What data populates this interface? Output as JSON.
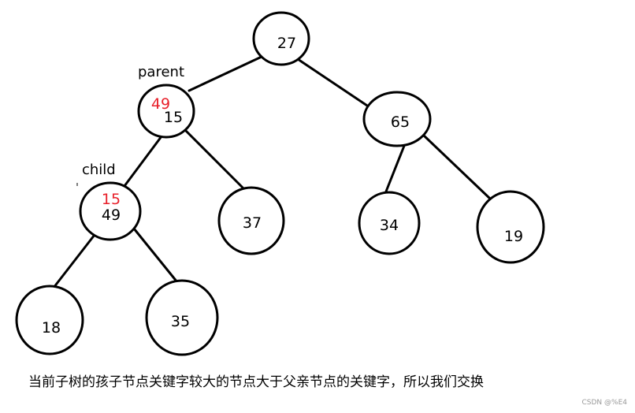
{
  "labels": {
    "parent": "parent",
    "child": "child"
  },
  "nodes": {
    "root": "27",
    "left": {
      "original": "49",
      "current": "15"
    },
    "right": "65",
    "left_left": {
      "original": "15",
      "current": "49"
    },
    "left_right": "37",
    "right_left": "34",
    "right_right": "19",
    "ll_left": "18",
    "ll_right": "35"
  },
  "caption": "当前子树的孩子节点关键字较大的节点大于父亲节点的关键字，所以我们交换",
  "watermark": "CSDN @%E4",
  "colors": {
    "swap_highlight": "#e8202a",
    "stroke": "#000000"
  }
}
